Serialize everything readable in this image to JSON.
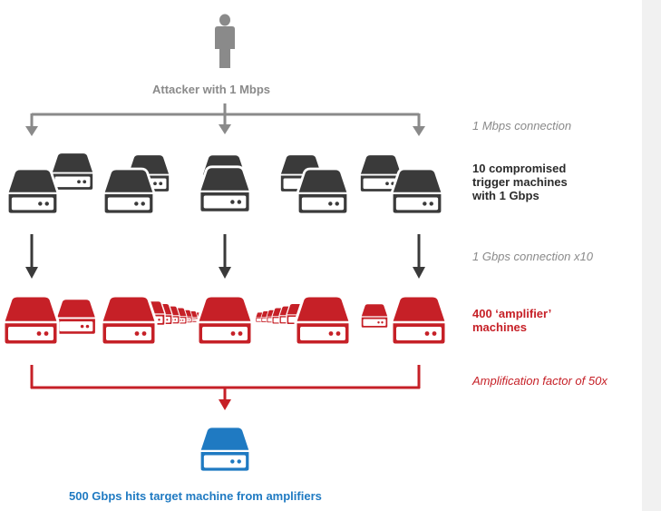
{
  "attacker": {
    "label": "Attacker with 1 Mbps",
    "icon": "person-icon"
  },
  "tiers": {
    "trigger": {
      "line1": "10 compromised",
      "line2": "trigger machines",
      "line3": "with 1 Gbps",
      "icon": "server-icon",
      "color": "#3a3a3a"
    },
    "amplifier": {
      "line1": "400 ‘amplifier’",
      "line2": "machines",
      "icon": "server-icon",
      "color": "#c62027"
    },
    "target": {
      "label": "500 Gbps hits target machine from amplifiers",
      "icon": "server-icon",
      "color": "#1f7ac2"
    }
  },
  "connections": {
    "attacker_to_trigger": "1 Mbps connection",
    "trigger_to_amplifier": "1 Gbps connection x10",
    "amplifier_to_target": "Amplification factor of 50x"
  },
  "colors": {
    "gray": "#8a8a8a",
    "dark": "#3a3a3a",
    "red": "#c62027",
    "blue": "#1f7ac2"
  }
}
